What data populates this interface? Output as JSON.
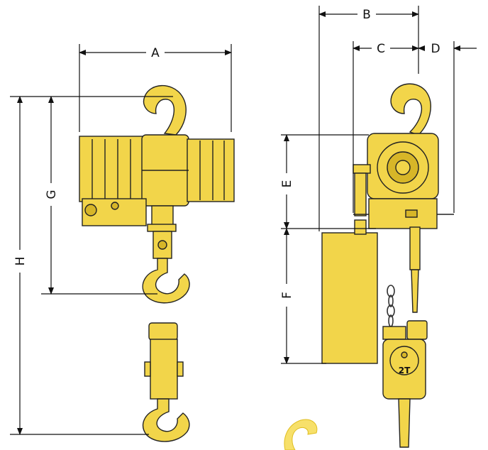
{
  "colors": {
    "body": "#F2D54A",
    "body_dark": "#D7B628",
    "outline": "#222222",
    "dim_line": "#111111",
    "hook_light": "#F7E06A"
  },
  "dimensions": {
    "A": "A",
    "B": "B",
    "C": "C",
    "D": "D",
    "E": "E",
    "F": "F",
    "G": "G",
    "H": "H"
  },
  "labels": {
    "capacity_marking": "2T"
  }
}
